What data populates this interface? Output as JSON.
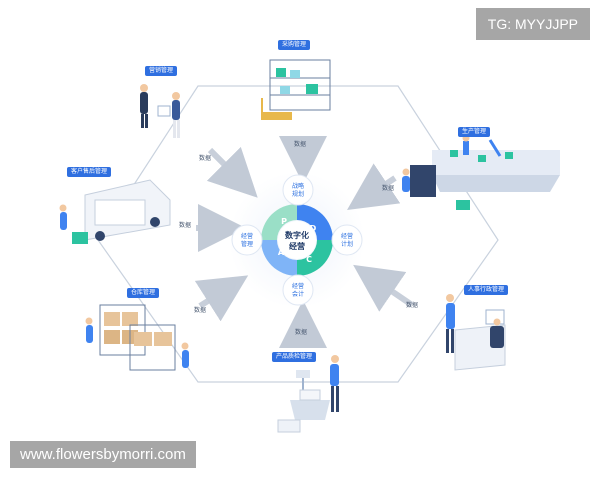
{
  "watermarks": {
    "top": "TG: MYYJJPP",
    "bottom": "www.flowersbymorri.com"
  },
  "center": {
    "title_line1": "数字化",
    "title_line2": "经营"
  },
  "cycle_nodes": [
    {
      "line1": "战略",
      "line2": "规划"
    },
    {
      "line1": "经营",
      "line2": "计划"
    },
    {
      "line1": "经营",
      "line2": "会计"
    },
    {
      "line1": "经营",
      "line2": "管理"
    }
  ],
  "pdca_letters": [
    "P",
    "D",
    "C",
    "A"
  ],
  "departments": {
    "marketing": "营销管理",
    "procurement": "采购管理",
    "production": "生产管理",
    "after_sales": "客户售后管理",
    "warehouse": "仓库管理",
    "hr": "人事行政管理",
    "quality": "产品质检管理"
  },
  "data_label": "数据",
  "colors": {
    "accent": "#2f6fe0",
    "green": "#2cc3a0",
    "light_blue": "#cfe0ff",
    "hexagon": "#c9d2de"
  }
}
